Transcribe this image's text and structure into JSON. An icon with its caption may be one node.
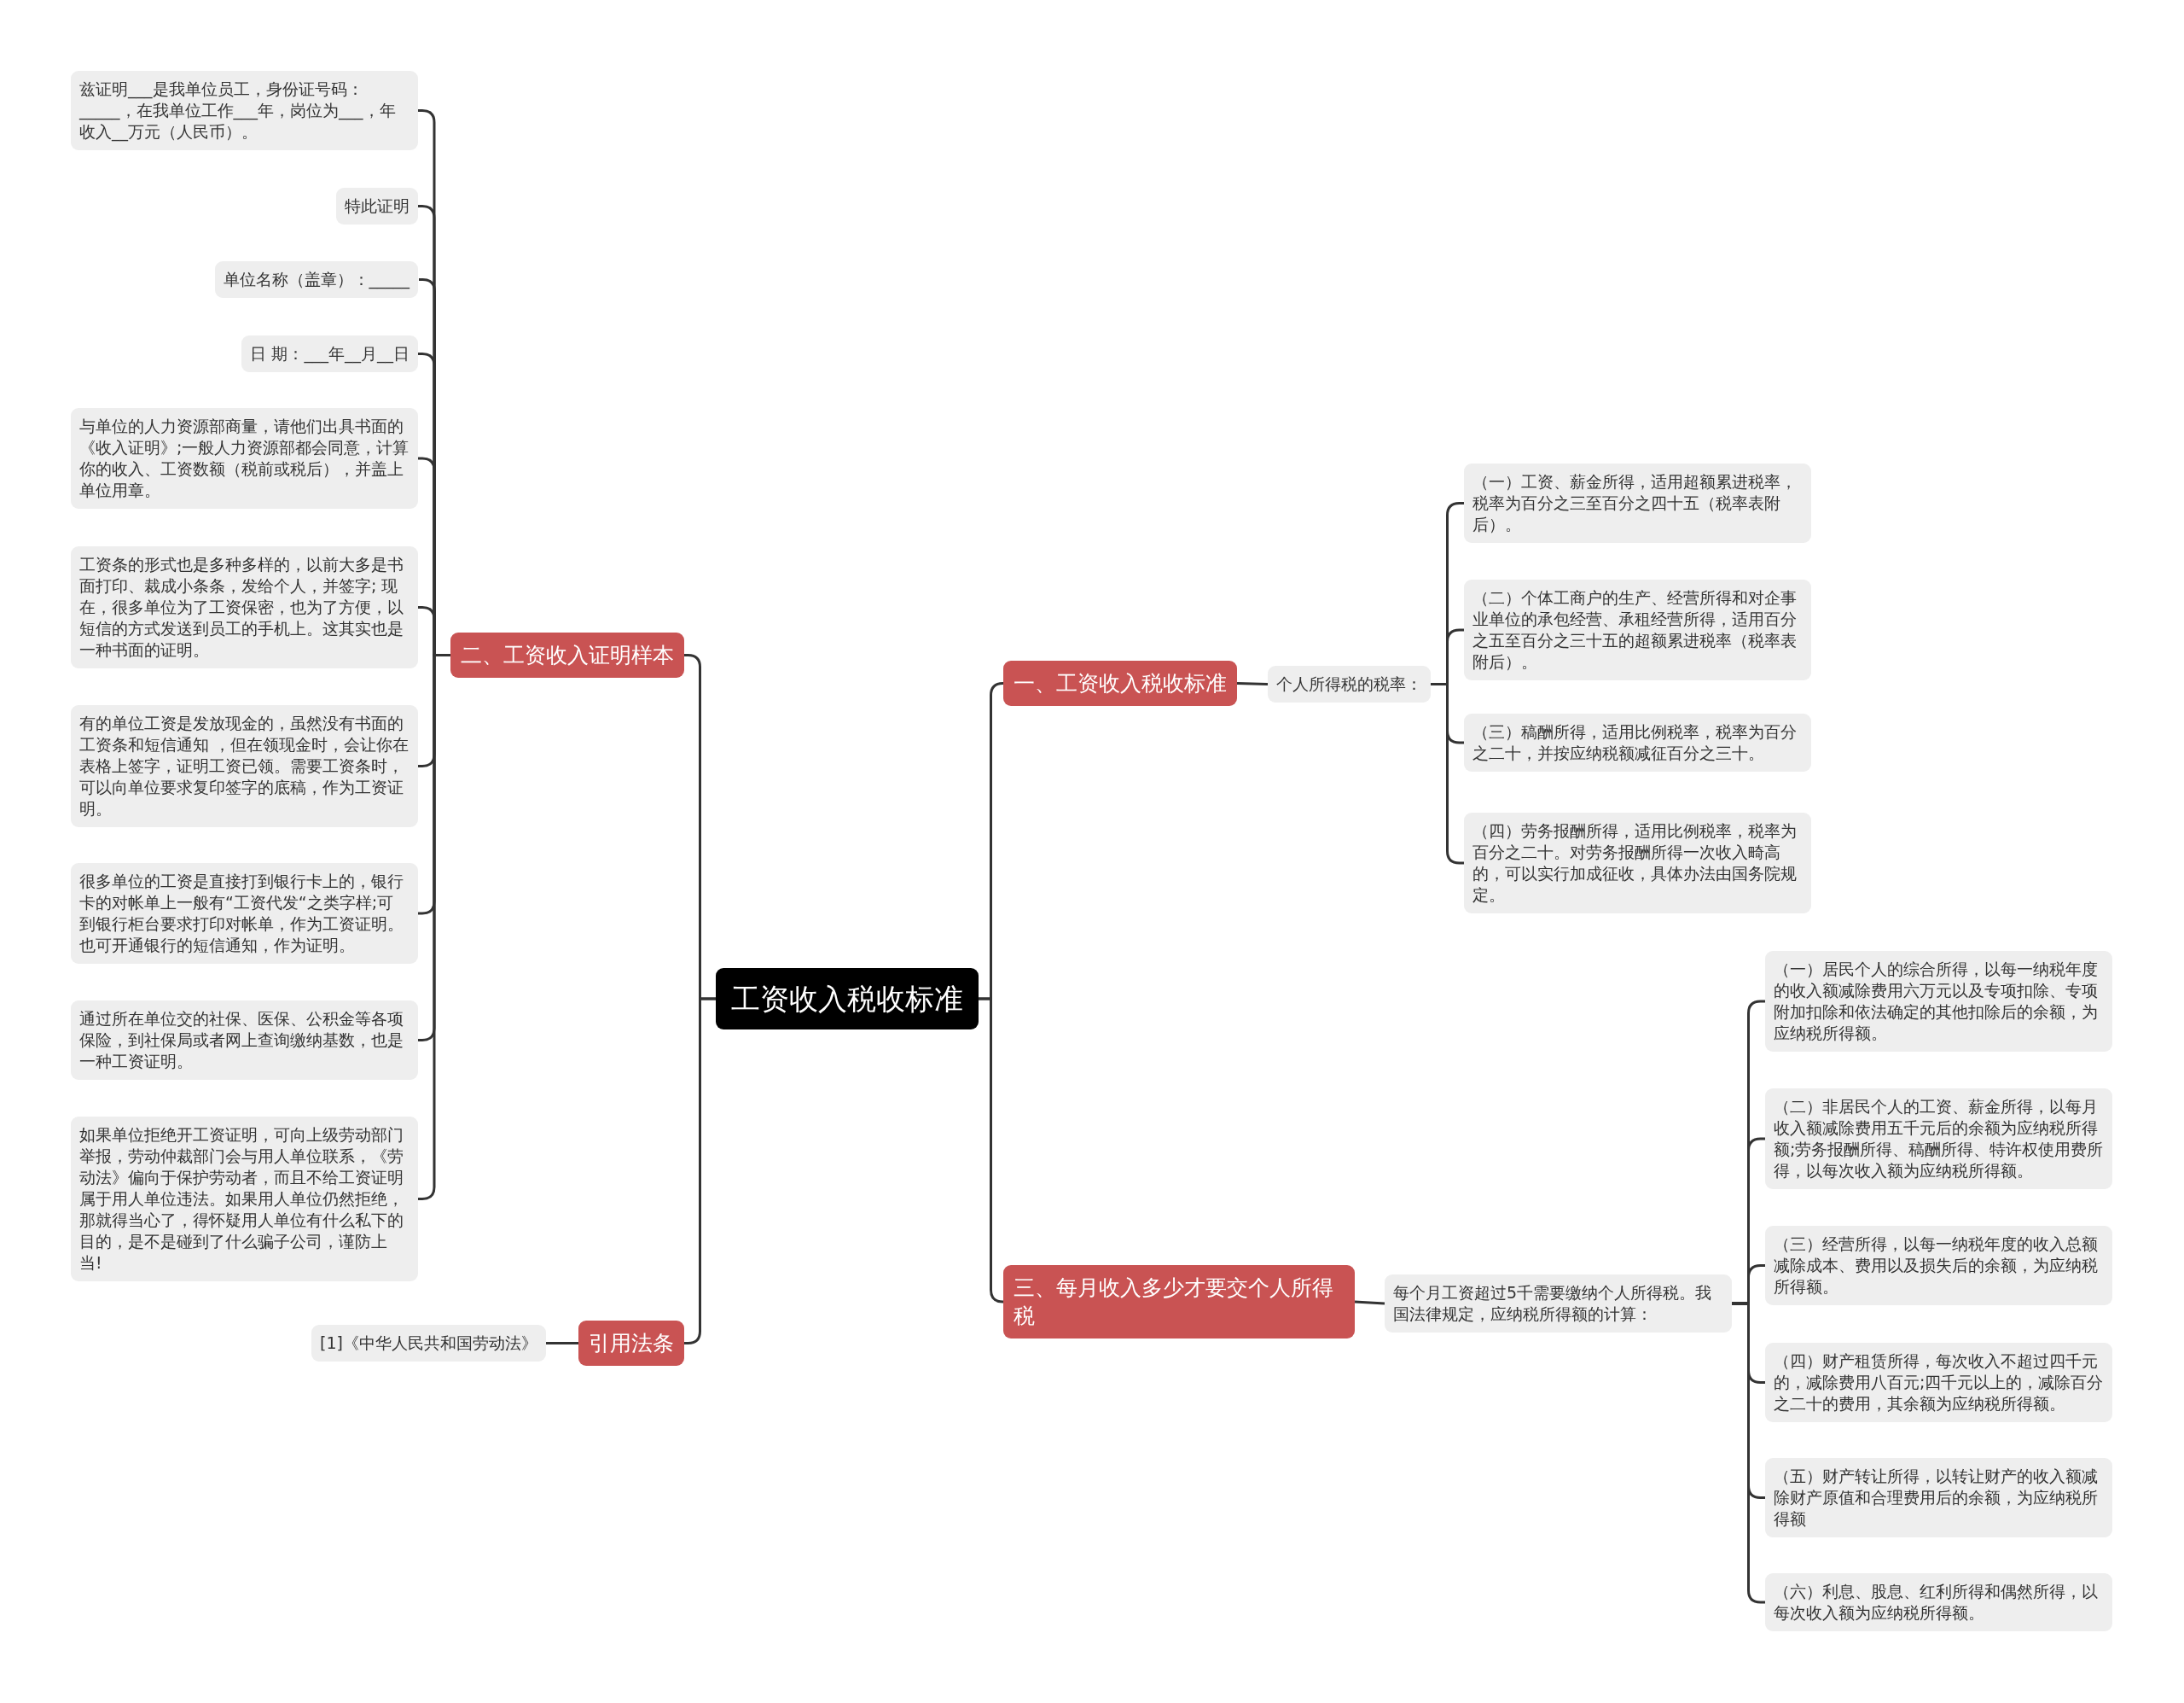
{
  "diagram": {
    "nodes": [
      {
        "text": [
          "工资收入税收标准"
        ]
      },
      {
        "text": [
          "一、工资收入税收标准"
        ]
      },
      {
        "text": [
          "个人所得税的税率："
        ]
      },
      {
        "text": [
          "（一）工资、薪金所得，适用超额累进税率，税率为百分之三至百分之四十五（税率表附后）。"
        ]
      },
      {
        "text": [
          "（二）个体工商户的生产、经营所得和对企事业单位的承包经营、承租经营所得，适用百分之五至百分之三十五的超额累进税率（税率表附后）。"
        ]
      },
      {
        "text": [
          "（三）稿酬所得，适用比例税率，税率为百分之二十，并按应纳税额减征百分之三十。"
        ]
      },
      {
        "text": [
          "（四）劳务报酬所得，适用比例税率，税率为百分之二十。对劳务报酬所得一次收入畸高的，可以实行加成征收，具体办法由国务院规定。"
        ]
      },
      {
        "text": [
          "二、工资收入证明样本"
        ]
      },
      {
        "text": [
          "兹证明___是我单位员工，身份证号码：_____，在我单位工作___年，岗位为___，年收入__万元（人民币）。"
        ]
      },
      {
        "text": [
          "特此证明"
        ]
      },
      {
        "text": [
          "单位名称（盖章）：_____"
        ]
      },
      {
        "text": [
          "日 期：___年__月__日"
        ]
      },
      {
        "text": [
          "与单位的人力资源部商量，请他们出具书面的《收入证明》;一般人力资源部都会同意，计算你的收入、工资数额（税前或税后），并盖上单位用章。"
        ]
      },
      {
        "text": [
          "工资条的形式也是多种多样的，以前大多是书面打印、裁成小条条，发给个人，并签字; 现在，很多单位为了工资保密，也为了方便，以短信的方式发送到员工的手机上。这其实也是一种书面的证明。"
        ]
      },
      {
        "text": [
          "有的单位工资是发放现金的，虽然没有书面的工资条和短信通知 ，但在领现金时，会让你在表格上签字，证明工资已领。需要工资条时，可以向单位要求复印签字的底稿，作为工资证明。"
        ]
      },
      {
        "text": [
          "很多单位的工资是直接打到银行卡上的，银行卡的对帐单上一般有“工资代发“之类字样;可到银行柜台要求打印对帐单，作为工资证明。也可开通银行的短信通知，作为证明。"
        ]
      },
      {
        "text": [
          "通过所在单位交的社保、医保、公积金等各项保险，到社保局或者网上查询缴纳基数，也是一种工资证明。"
        ]
      },
      {
        "text": [
          "如果单位拒绝开工资证明，可向上级劳动部门举报，劳动仲裁部门会与用人单位联系，《劳动法》偏向于保护劳动者，而且不给工资证明属于用人单位违法。如果用人单位仍然拒绝，那就得当心了，得怀疑用人单位有什么私下的目的，是不是碰到了什么骗子公司，谨防上当!"
        ]
      },
      {
        "text": [
          "三、每月收入多少才要交个人所得税"
        ]
      },
      {
        "text": [
          "每个月工资超过5千需要缴纳个人所得税。我国法律规定，应纳税所得额的计算："
        ]
      },
      {
        "text": [
          "（一）居民个人的综合所得，以每一纳税年度的收入额减除费用六万元以及专项扣除、专项附加扣除和依法确定的其他扣除后的余额，为应纳税所得额。"
        ]
      },
      {
        "text": [
          "（二）非居民个人的工资、薪金所得，以每月收入额减除费用五千元后的余额为应纳税所得额;劳务报酬所得、稿酬所得、特许权使用费所得，以每次收入额为应纳税所得额。"
        ]
      },
      {
        "text": [
          "（三）经营所得，以每一纳税年度的收入总额减除成本、费用以及损失后的余额，为应纳税所得额。"
        ]
      },
      {
        "text": [
          "（四）财产租赁所得，每次收入不超过四千元的，减除费用八百元;四千元以上的，减除百分之二十的费用，其余额为应纳税所得额。"
        ]
      },
      {
        "text": [
          "（五）财产转让所得，以转让财产的收入额减除财产原值和合理费用后的余额，为应纳税所得额"
        ]
      },
      {
        "text": [
          "（六）利息、股息、红利所得和偶然所得，以每次收入额为应纳税所得额。"
        ]
      },
      {
        "text": [
          "引用法条"
        ]
      },
      {
        "text": [
          "[1]《中华人民共和国劳动法》"
        ]
      }
    ],
    "edges": [
      {
        "from": 0,
        "to": 1,
        "arrow": "none"
      },
      {
        "from": 1,
        "to": 2,
        "arrow": "none"
      },
      {
        "from": 2,
        "to": 3,
        "arrow": "none"
      },
      {
        "from": 2,
        "to": 4,
        "arrow": "none"
      },
      {
        "from": 2,
        "to": 5,
        "arrow": "none"
      },
      {
        "from": 2,
        "to": 6,
        "arrow": "none"
      },
      {
        "from": 0,
        "to": 7,
        "arrow": "none"
      },
      {
        "from": 7,
        "to": 8,
        "arrow": "none"
      },
      {
        "from": 7,
        "to": 9,
        "arrow": "none"
      },
      {
        "from": 7,
        "to": 10,
        "arrow": "none"
      },
      {
        "from": 7,
        "to": 11,
        "arrow": "none"
      },
      {
        "from": 7,
        "to": 12,
        "arrow": "none"
      },
      {
        "from": 7,
        "to": 13,
        "arrow": "none"
      },
      {
        "from": 7,
        "to": 14,
        "arrow": "none"
      },
      {
        "from": 7,
        "to": 15,
        "arrow": "none"
      },
      {
        "from": 7,
        "to": 16,
        "arrow": "none"
      },
      {
        "from": 7,
        "to": 17,
        "arrow": "none"
      },
      {
        "from": 0,
        "to": 18,
        "arrow": "none"
      },
      {
        "from": 18,
        "to": 19,
        "arrow": "none"
      },
      {
        "from": 19,
        "to": 20,
        "arrow": "none"
      },
      {
        "from": 19,
        "to": 21,
        "arrow": "none"
      },
      {
        "from": 19,
        "to": 22,
        "arrow": "none"
      },
      {
        "from": 19,
        "to": 23,
        "arrow": "none"
      },
      {
        "from": 19,
        "to": 24,
        "arrow": "none"
      },
      {
        "from": 19,
        "to": 25,
        "arrow": "none"
      },
      {
        "from": 0,
        "to": 26,
        "arrow": "none"
      },
      {
        "from": 26,
        "to": 27,
        "arrow": "none"
      }
    ]
  }
}
